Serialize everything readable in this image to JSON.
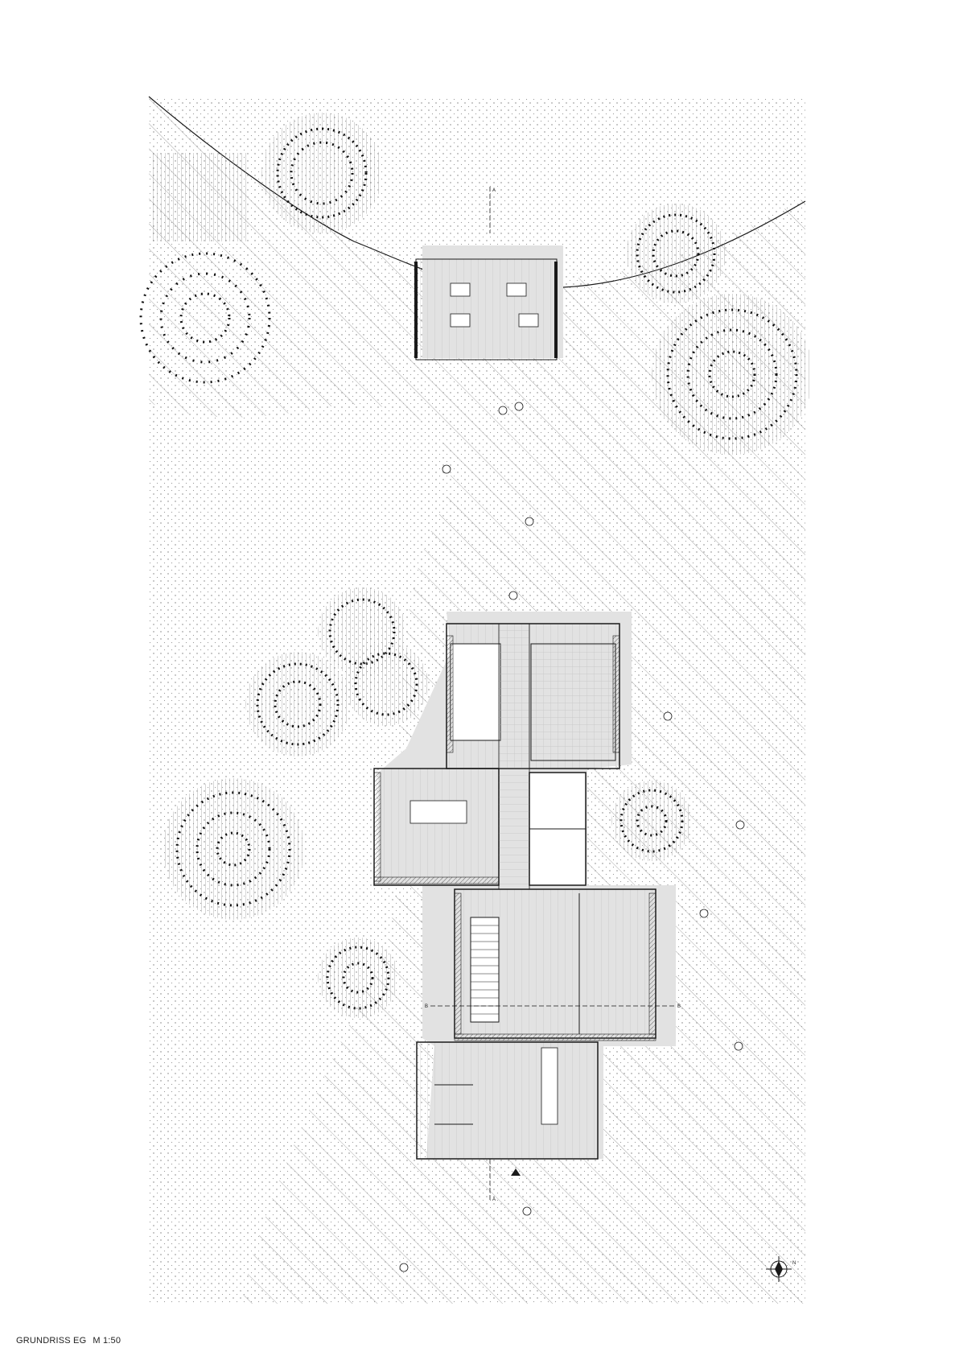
{
  "drawing": {
    "title": "GRUNDRISS EG",
    "scale": "M 1:50",
    "section_a_label": "A",
    "section_b_label": "B",
    "north_label": "N"
  },
  "colors": {
    "line": "#1a1a1a",
    "hatch": "#9a9a9a",
    "shadow": "#e2e2e2",
    "tree_foliage": "#111111"
  },
  "icons": {
    "compass": "compass-north-arrow-icon",
    "entrance": "entrance-triangle-icon",
    "person": "person-figure-icon",
    "tree": "tree-canopy-icon"
  }
}
